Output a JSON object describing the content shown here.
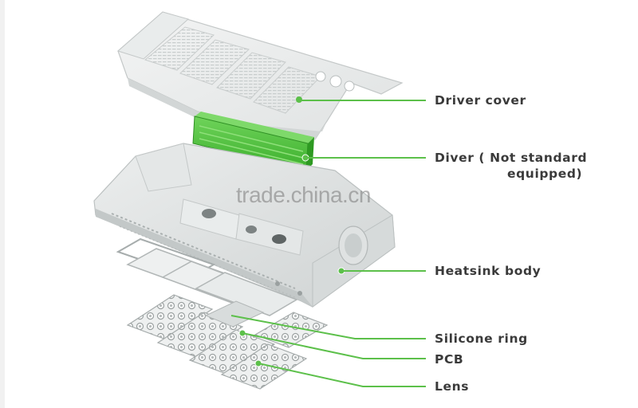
{
  "labels": {
    "driver_cover": "Driver cover",
    "driver_line1": "Diver ( Not standard",
    "driver_line2": "equipped)",
    "heatsink": "Heatsink body",
    "silicone": "Silicone ring",
    "pcb": "PCB",
    "lens": "Lens"
  },
  "watermark": "trade.china.cn",
  "colors": {
    "leader_line": "#5cc04a",
    "driver_green": "#3fb134",
    "label_text": "#3a3a3a"
  }
}
